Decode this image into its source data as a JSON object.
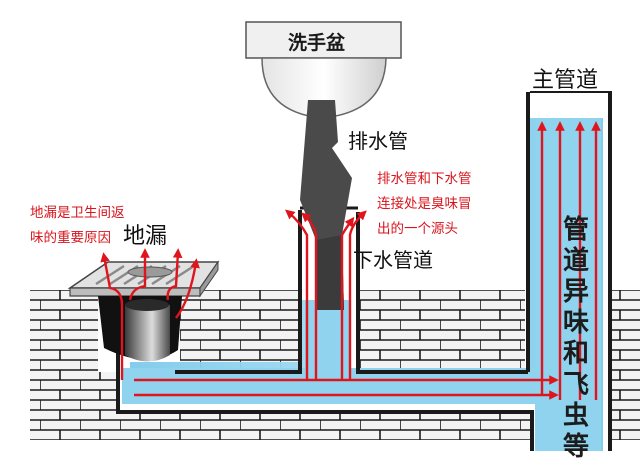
{
  "labels": {
    "sink": "洗手盆",
    "drain_pipe": "排水管",
    "main_pipe": "主管道",
    "floor_drain": "地漏",
    "sewer_pipe": "下水管道"
  },
  "notes": {
    "floor_drain_note": [
      "地漏是卫生间返",
      "味的重要原因"
    ],
    "joint_note": [
      "排水管和下水管",
      "连接处是臭味冒",
      "出的一个源头"
    ]
  },
  "vertical_label": [
    "管",
    "道",
    "异",
    "味",
    "和",
    "飞",
    "虫",
    "等"
  ],
  "colors": {
    "brick": "#f2f2f2",
    "mortar": "#1a1a1a",
    "water": "#8fd3ee",
    "arrow": "#e0141c",
    "pipe_wall": "#1a1a1a",
    "dark_pipe": "#4a4a4a"
  }
}
